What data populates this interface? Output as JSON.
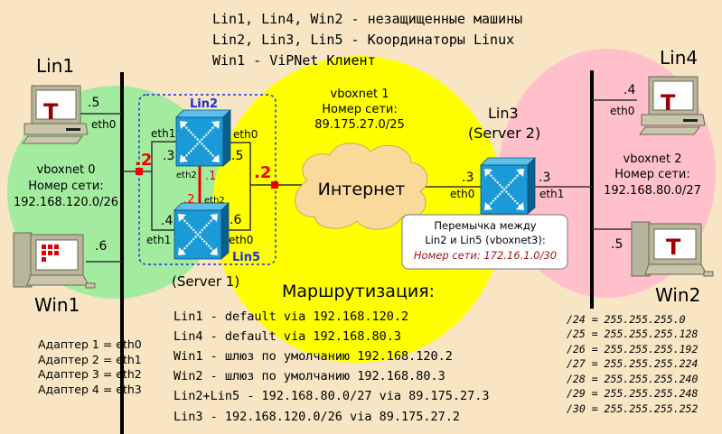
{
  "header": {
    "line1": "Lin1, Lin4, Win2 - незащищенные машины",
    "line2": "Lin2, Lin3, Lin5 - Координаторы Linux",
    "line3": "Win1 - ViPNet Клиент"
  },
  "hosts": {
    "lin1": {
      "label": "Lin1",
      "ip": ".5",
      "iface": "eth0"
    },
    "win1": {
      "label": "Win1",
      "ip": ".6"
    },
    "lin4": {
      "label": "Lin4",
      "ip": ".4",
      "iface": "eth0"
    },
    "win2": {
      "label": "Win2",
      "ip": ".5"
    }
  },
  "networks": {
    "vbox0": {
      "name": "vboxnet 0",
      "caption": "Номер сети:",
      "addr": "192.168.120.0/26"
    },
    "vbox1": {
      "name": "vboxnet 1",
      "caption": "Номер сети:",
      "addr": "89.175.27.0/25"
    },
    "vbox2": {
      "name": "vboxnet 2",
      "caption": "Номер сети:",
      "addr": "192.168.80.0/27"
    }
  },
  "server1": {
    "label": "(Server 1)",
    "lin2": {
      "label": "Lin2",
      "eth1": "eth1",
      "eth1_ip": ".3",
      "eth0": "eth0",
      "eth0_ip": ".5",
      "eth2": "eth2",
      "eth2_ip": ".1"
    },
    "lin5": {
      "label": "Lin5",
      "eth1": "eth1",
      "eth1_ip": ".4",
      "eth0": "eth0",
      "eth0_ip": ".6",
      "eth2": "eth2",
      "eth2_ip": ".2"
    },
    "vip_left": ".2",
    "vip_right": ".2"
  },
  "server2": {
    "label": "Lin3",
    "sublabel": "(Server 2)",
    "eth0": "eth0",
    "eth0_ip": ".3",
    "eth1": "eth1",
    "eth1_ip": ".3"
  },
  "internet": {
    "label": "Интернет"
  },
  "callout": {
    "line1": "Перемычка между",
    "line2": "Lin2 и Lin5 (vboxnet3):",
    "line3": "Номер сети: 172.16.1.0/30"
  },
  "routing": {
    "title": "Маршрутизация:",
    "routes": [
      "Lin1 - default via 192.168.120.2",
      "Lin4 - default via 192.168.80.3",
      "Win1 - шлюз по умолчанию 192.168.120.2",
      "Win2 - шлюз по умолчанию 192.168.80.3",
      "Lin2+Lin5 - 192.168.80.0/27 via 89.175.27.3",
      "Lin3 - 192.168.120.0/26 via 89.175.27.2"
    ]
  },
  "adapters": [
    "Адаптер 1 = eth0",
    "Адаптер 2 = eth1",
    "Адаптер 3 = eth2",
    "Адаптер 4 = eth3"
  ],
  "masks": [
    "/24 = 255.255.255.0",
    "/25 = 255.255.255.128",
    "/26 = 255.255.255.192",
    "/27 = 255.255.255.224",
    "/28 = 255.255.255.240",
    "/29 = 255.255.255.248",
    "/30 = 255.255.255.252"
  ],
  "colors": {
    "green": "#a3ec9f",
    "yellow": "#ffff00",
    "pink": "#ffc0cb",
    "red": "#ee0000",
    "blue": "#1a2fe0",
    "switch": "#1a9ad6"
  }
}
